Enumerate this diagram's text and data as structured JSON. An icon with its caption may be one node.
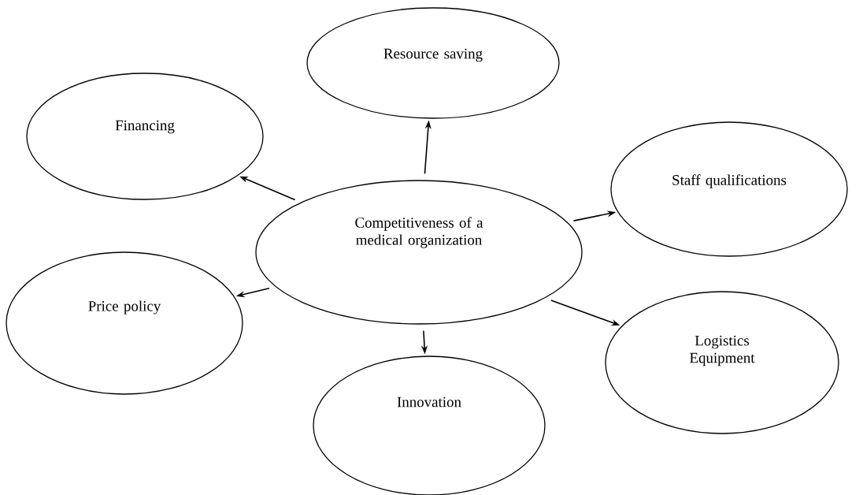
{
  "diagram": {
    "nodes": [
      {
        "text": [
          "Competitiveness of a medical organization"
        ]
      },
      {
        "text": [
          "Resource saving"
        ]
      },
      {
        "text": [
          "Financing"
        ]
      },
      {
        "text": [
          "Staff qualifications"
        ]
      },
      {
        "text": [
          "Price policy"
        ]
      },
      {
        "text": [
          "Logistics Equipment"
        ]
      },
      {
        "text": [
          "Innovation"
        ]
      }
    ],
    "edges": [
      {
        "from": 0,
        "to": 1,
        "arrow": "to"
      },
      {
        "from": 0,
        "to": 2,
        "arrow": "to"
      },
      {
        "from": 0,
        "to": 3,
        "arrow": "to"
      },
      {
        "from": 0,
        "to": 4,
        "arrow": "to"
      },
      {
        "from": 0,
        "to": 5,
        "arrow": "to"
      },
      {
        "from": 0,
        "to": 6,
        "arrow": "to"
      }
    ]
  }
}
